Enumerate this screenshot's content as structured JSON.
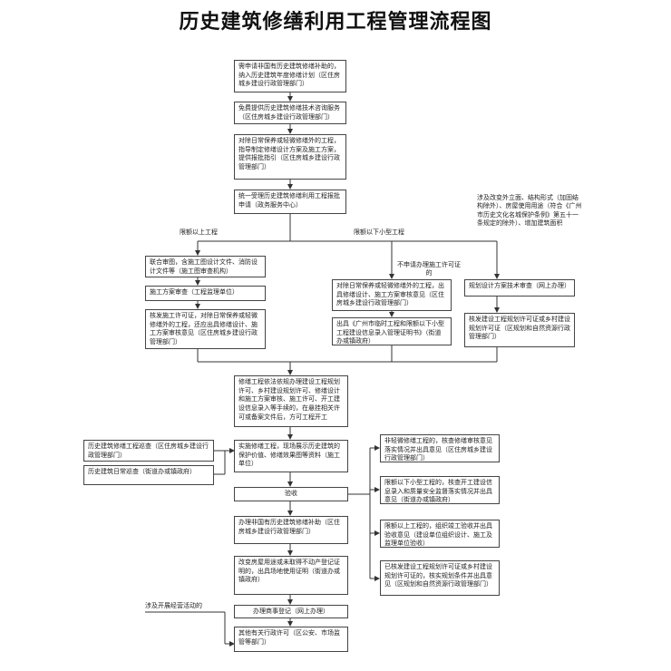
{
  "title": "历史建筑修缮利用工程管理流程图",
  "nodes": {
    "n1": "需申请非国有历史建筑修缮补助的，纳入历史建筑年度修缮计划（区住房城乡建设行政管理部门）",
    "n2": "免费提供历史建筑修缮技术咨询服务（区住房城乡建设行政管理部门）",
    "n3": "对除日常保养或轻微修缮外的工程，指导制定修缮设计方案及施工方案，提供报批指引（区住房城乡建设行政管理部门）",
    "n4": "统一受理历史建筑修缮利用工程报批申请（政务服务中心）",
    "left1": "联合审图，含施工图设计文件、消防设计文件等（施工图审查机构）",
    "left2": "施工方案审查（工程监理单位）",
    "left3": "核发施工许可证，对除日常保养或轻微修缮外的工程，还应出具修缮设计、施工方案审核意见（区住房城乡建设行政管理部门）",
    "mid1": "对除日常保养或轻微修缮外的工程，出具修缮设计、施工方案审核意见（区住房城乡建设行政管理部门）",
    "mid2": "出具《广州市临时工程和限额以下小型工程建设信息录入管理证明书》（街道办或镇政府）",
    "right1": "规划设计方案技术审查（网上办理）",
    "right2": "核发建设工程规划许可证或乡村建设规划许可证（区规划和自然资源行政管理部门）",
    "n5": "修缮工程依法依规办理建设工程规划许可、乡村建设规划许可、修缮设计和施工方案审核、施工许可、开工建设信息录入等手续的，在悬挂相关许可或备案文件后，方可工程开工",
    "side1": "历史建筑修缮工程巡查（区住房城乡建设行政管理部门）",
    "side2": "历史建筑日常巡查（街道办或镇政府）",
    "n6": "实施修缮工程，现场展示历史建筑的保护价值、修缮效果图等资料（施工单位）",
    "n7": "验收",
    "r1": "非轻微修缮工程的，核查修缮审核意见落实情况并出具意见（区住房城乡建设行政管理部门）",
    "r2": "限额以下小型工程的，核查开工建设信息录入和质量安全监督落实情况并出具意见（街道办或镇政府）",
    "r3": "限额以上工程的，组织竣工验收并出具验收意见（建设单位组织设计、施工及监理单位验收）",
    "r4": "已核发建设工程规划许可证或乡村建设规划许可证的，核实规划条件并出具意见（区规划和自然资源行政管理部门）",
    "n8": "办理非国有历史建筑修缮补助（区住房城乡建设行政管理部门）",
    "n9": "改变房屋用途或未取得不动产登记证明的，出具场地使用证明（街道办或镇政府）",
    "n10": "办理商事登记（网上办理）",
    "n11": "其他有关行政许可（区公安、市场监管等部门）"
  },
  "labels": {
    "above_limit": "限额以上工程",
    "below_limit": "限额以下小型工程",
    "no_permit": "不申请办理施工许可证的",
    "change_facade": "涉及改变外立面、结构形式（加固结构除外）、房屋使用用途（符合《广州市历史文化名城保护条例》第五十一条规定的除外）、增加建筑面积",
    "business": "涉及开展经营活动的"
  }
}
